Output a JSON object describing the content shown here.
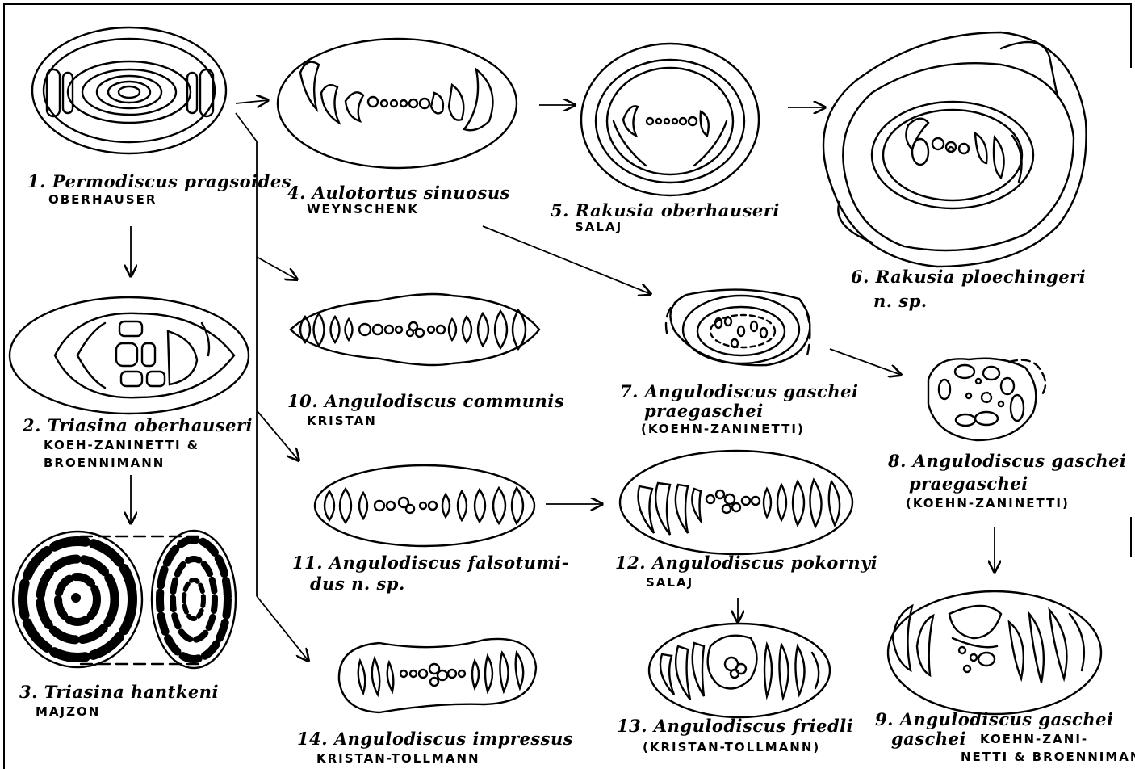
{
  "taxa": [
    {
      "number": "1.",
      "name": "Permodiscus pragsoides",
      "author": "OBERHAUSER"
    },
    {
      "number": "2.",
      "name": "Triasina oberhauseri",
      "author": "KOEH-ZANINETTI &",
      "author2": "BROENNIMANN"
    },
    {
      "number": "3.",
      "name": "Triasina hantkeni",
      "author": "MAJZON"
    },
    {
      "number": "4.",
      "name": "Aulotortus sinuosus",
      "author": "WEYNSCHENK"
    },
    {
      "number": "5.",
      "name": "Rakusia oberhauseri",
      "author": "SALAJ"
    },
    {
      "number": "6.",
      "name": "Rakusia ploechingeri",
      "name2": "n. sp."
    },
    {
      "number": "7.",
      "name": "Angulodiscus gaschei",
      "name2": "praegaschei",
      "author": "(KOEHN-ZANINETTI)"
    },
    {
      "number": "8.",
      "name": "Angulodiscus gaschei",
      "name2": "praegaschei",
      "author": "(KOEHN-ZANINETTI)"
    },
    {
      "number": "9.",
      "name": "Angulodiscus gaschei",
      "name2": "gaschei",
      "author": "KOEHN-ZANI-",
      "author2": "NETTI & BROENNIMANN"
    },
    {
      "number": "10.",
      "name": "Angulodiscus communis",
      "author": "KRISTAN"
    },
    {
      "number": "11.",
      "name": "Angulodiscus falsotumi-",
      "name2": "dus  n. sp."
    },
    {
      "number": "12.",
      "name": "Angulodiscus pokornyi",
      "author": "SALAJ"
    },
    {
      "number": "13.",
      "name": "Angulodiscus friedli",
      "author": "(KRISTAN-TOLLMANN)"
    },
    {
      "number": "14.",
      "name": "Angulodiscus impressus",
      "author": "KRISTAN-TOLLMANN"
    }
  ],
  "colors": {
    "ink": "#000000",
    "paper": "#ffffff"
  }
}
